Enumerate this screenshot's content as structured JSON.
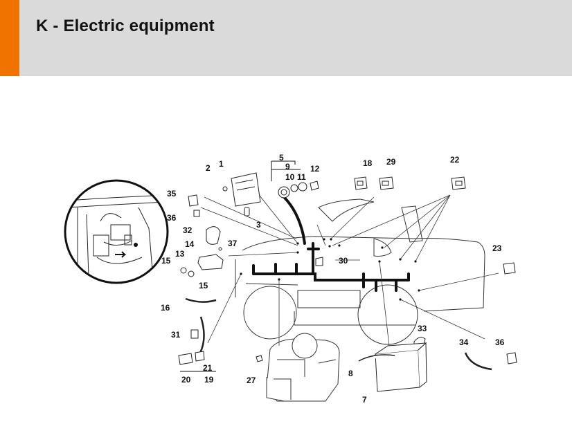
{
  "header": {
    "title": "K - Electric equipment",
    "accent_color": "#f07300",
    "background_color": "#dadada"
  },
  "diagram": {
    "labels": [
      "1",
      "2",
      "3",
      "5",
      "9",
      "10",
      "11",
      "12",
      "18",
      "29",
      "22",
      "35",
      "36",
      "32",
      "14",
      "37",
      "13",
      "15",
      "15",
      "23",
      "30",
      "16",
      "31",
      "21",
      "19",
      "20",
      "27",
      "33",
      "8",
      "7",
      "34",
      "36"
    ]
  }
}
